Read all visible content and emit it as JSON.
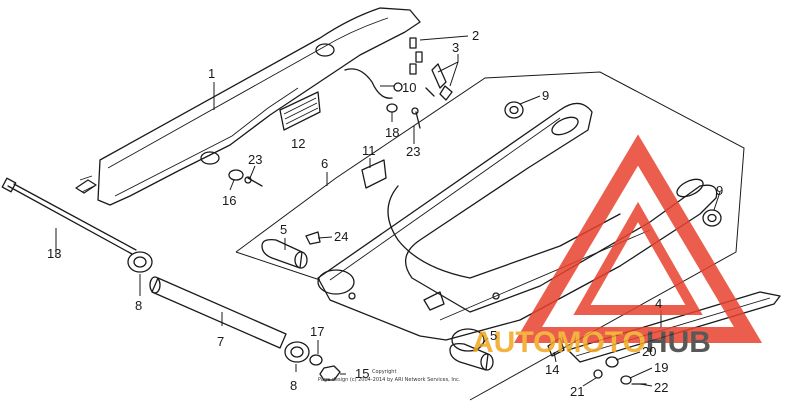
{
  "diagram": {
    "callouts": {
      "c1": "1",
      "c2": "2",
      "c3": "3",
      "c4": "4",
      "c5a": "5",
      "c5b": "5",
      "c6": "6",
      "c7": "7",
      "c8a": "8",
      "c8b": "8",
      "c9a": "9",
      "c9b": "9",
      "c10": "10",
      "c11": "11",
      "c12": "12",
      "c13": "13",
      "c14": "14",
      "c15": "15",
      "c16": "16",
      "c17": "17",
      "c18": "18",
      "c19": "19",
      "c20": "20",
      "c21": "21",
      "c22": "22",
      "c23a": "23",
      "c23b": "23",
      "c24": "24"
    },
    "copyright_line1": "Copyright",
    "copyright_line2": "Page design (c) 2004-2014 by ARI Network Services, Inc."
  },
  "watermark": {
    "part1": "AUTO",
    "part2": "MOTO",
    "part3": "HUB",
    "color_red": "#e8422f",
    "color_gold": "#f0a81e",
    "color_dark": "#3c3c3c"
  }
}
